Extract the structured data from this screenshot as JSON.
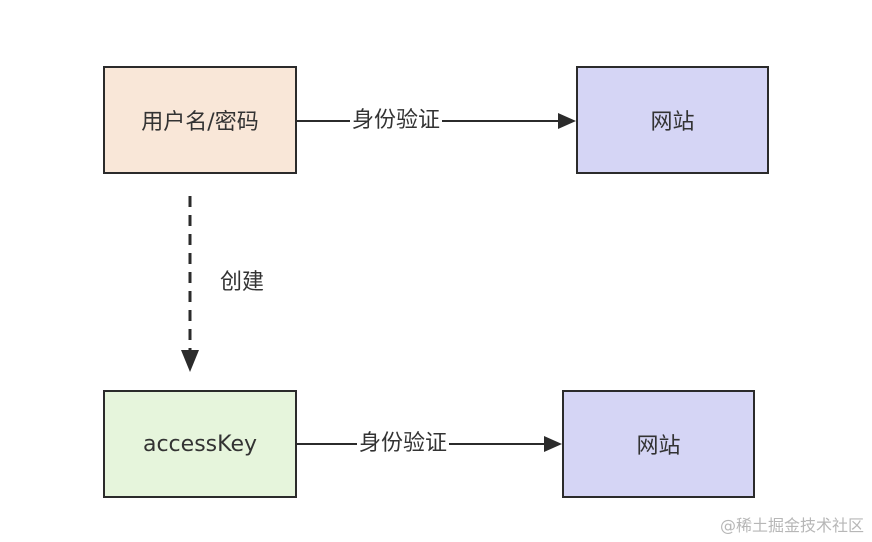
{
  "nodes": {
    "credentials": {
      "label": "用户名/密码",
      "fill": "#f9e7d8"
    },
    "website_top": {
      "label": "网站",
      "fill": "#d5d5f5"
    },
    "access_key": {
      "label": "accessKey",
      "fill": "#e6f5dc"
    },
    "website_bottom": {
      "label": "网站",
      "fill": "#d5d5f5"
    }
  },
  "edges": {
    "auth_top": {
      "label": "身份验证",
      "style": "solid"
    },
    "create": {
      "label": "创建",
      "style": "dashed"
    },
    "auth_bottom": {
      "label": "身份验证",
      "style": "solid"
    }
  },
  "colors": {
    "stroke": "#2b2b2b",
    "text": "#333333",
    "watermark": "#b7b7b7"
  },
  "watermark": "@稀土掘金技术社区"
}
